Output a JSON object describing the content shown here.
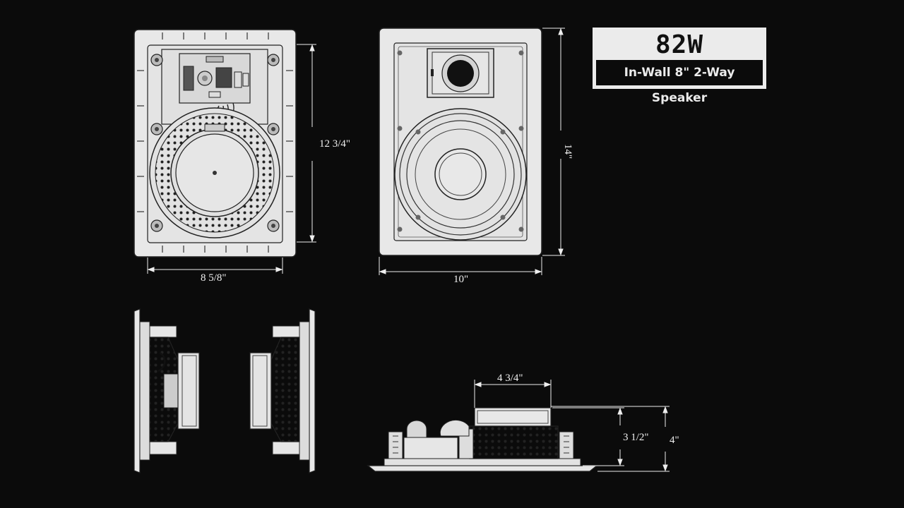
{
  "badge": {
    "power": "82W",
    "subtitle": "In-Wall 8\" 2-Way Speaker"
  },
  "dimensions": {
    "back_height": "12 3/4\"",
    "back_width": "8 5/8\"",
    "front_height": "14\"",
    "front_width": "10\"",
    "top_width": "4 3/4\"",
    "depth_inner": "3 1/2\"",
    "depth_total": "4\""
  },
  "colors": {
    "background": "#0b0b0b",
    "panel": "#ebebeb",
    "line": "#1a1a1a"
  }
}
